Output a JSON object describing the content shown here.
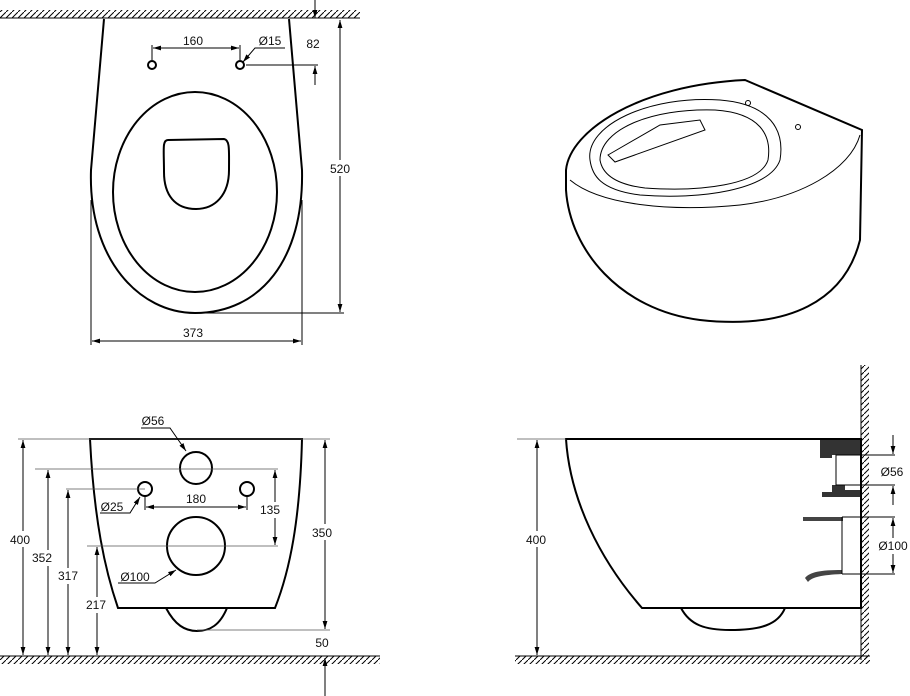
{
  "top_view": {
    "hole_spacing": "160",
    "hole_diameter": "Ø15",
    "hole_offset": "82",
    "length": "520",
    "width": "373"
  },
  "front_view": {
    "inlet_diameter": "Ø56",
    "bolt_diameter": "Ø25",
    "bolt_spacing": "180",
    "height": "400",
    "inlet_height": "352",
    "bolt_height": "317",
    "outlet_height": "217",
    "drain_to_inlet": "135",
    "drain_height": "350",
    "bottom_clearance": "50",
    "outlet_diameter": "Ø100"
  },
  "side_view": {
    "height": "400",
    "inlet_diameter": "Ø56",
    "outlet_diameter": "Ø100"
  }
}
